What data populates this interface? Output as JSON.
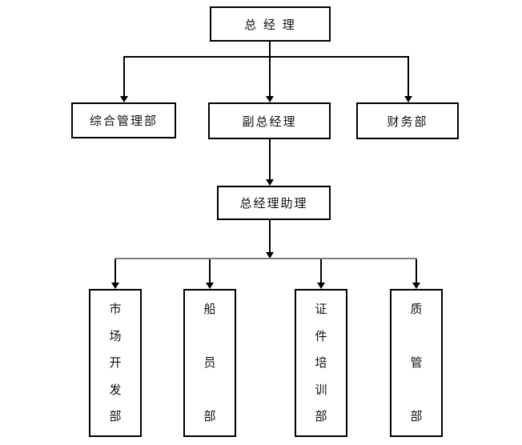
{
  "diagram": {
    "type": "org-chart",
    "nodes": {
      "gm": {
        "label": "总 经 理",
        "role": "top"
      },
      "zonghe": {
        "label": "综合管理部",
        "role": "level2"
      },
      "fuzong": {
        "label": "副总经理",
        "role": "level2"
      },
      "caiwu": {
        "label": "财务部",
        "role": "level2"
      },
      "zhuli": {
        "label": "总经理助理",
        "role": "level3"
      },
      "shichang": {
        "label": "市场开发部",
        "role": "level4-vertical"
      },
      "chuanyuan": {
        "label": "船员部",
        "role": "level4-vertical"
      },
      "zhengjian": {
        "label": "证件培训部",
        "role": "level4-vertical"
      },
      "zhiguan": {
        "label": "质管部",
        "role": "level4-vertical"
      }
    },
    "edges": [
      {
        "from": "gm",
        "to": "zonghe"
      },
      {
        "from": "gm",
        "to": "fuzong"
      },
      {
        "from": "gm",
        "to": "caiwu"
      },
      {
        "from": "fuzong",
        "to": "zhuli"
      },
      {
        "from": "zhuli",
        "to": "shichang"
      },
      {
        "from": "zhuli",
        "to": "chuanyuan"
      },
      {
        "from": "zhuli",
        "to": "zhengjian"
      },
      {
        "from": "zhuli",
        "to": "zhiguan"
      }
    ],
    "colors": {
      "background": "#ffffff",
      "box_border": "#000000",
      "box_fill": "#ffffff",
      "text": "#111111",
      "connector": "#000000",
      "lower_rail": "#808080"
    }
  }
}
